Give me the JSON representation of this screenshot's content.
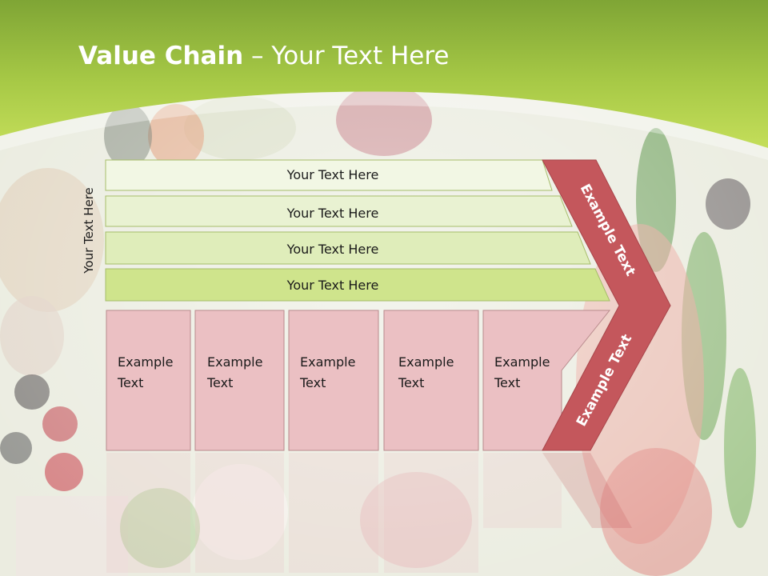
{
  "slide": {
    "title_bold": "Value Chain",
    "title_rest": " – Your Text Here"
  },
  "diagram": {
    "side_label": "Your Text Here",
    "support_rows": [
      "Your Text Here",
      "Your Text Here",
      "Your Text Here",
      "Your Text Here"
    ],
    "primary_boxes": [
      {
        "line1": "Example",
        "line2": "Text"
      },
      {
        "line1": "Example",
        "line2": "Text"
      },
      {
        "line1": "Example",
        "line2": "Text"
      },
      {
        "line1": "Example",
        "line2": "Text"
      },
      {
        "line1": "Example",
        "line2": "Text"
      }
    ],
    "arrow_top_label": "Example Text",
    "arrow_bottom_label": "Example Text"
  },
  "colors": {
    "header_green": "#8fb63a",
    "header_light": "#c2dc5b",
    "row_fills": [
      "#f2f7e4",
      "#e9f2d2",
      "#dfedba",
      "#cfe48c"
    ],
    "box_pink": "#ebc0c3",
    "arrow_red": "#c4575c"
  }
}
